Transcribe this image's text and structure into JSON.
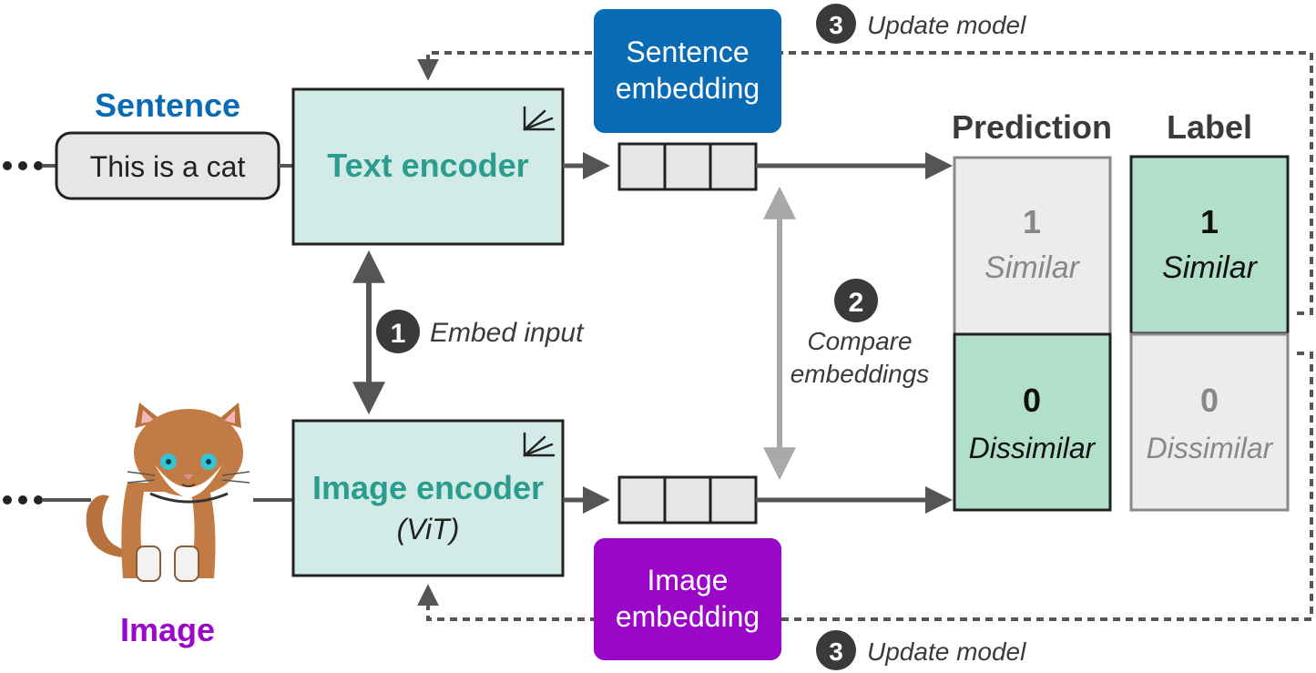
{
  "colors": {
    "sentence_title": "#0a6bb5",
    "image_title": "#9b07c9",
    "encoder_fill": "#d3ebe7",
    "encoder_text": "#2a9d8f",
    "sentence_embedding_box": "#0a6bb5",
    "image_embedding_box": "#9b07c9",
    "highlight_cell": "#b2dfcb",
    "neutral_cell": "#ececec",
    "step_badge": "#3a3a3a",
    "arrow_dark": "#555555",
    "arrow_light": "#a9a9a9"
  },
  "inputs": {
    "sentence_title": "Sentence",
    "sentence_text": "This is a cat",
    "image_title": "Image",
    "image_icon": "pixel-art-cat"
  },
  "encoders": {
    "text": {
      "title": "Text encoder",
      "icon": "axes-icon"
    },
    "image": {
      "title": "Image encoder",
      "subtitle": "(ViT)",
      "icon": "axes-icon"
    }
  },
  "embeddings": {
    "sentence": "Sentence embedding",
    "image": "Image embedding"
  },
  "steps": [
    {
      "number": "1",
      "label": "Embed input"
    },
    {
      "number": "2",
      "label": "Compare embeddings"
    },
    {
      "number": "3",
      "label": "Update model"
    }
  ],
  "prediction": {
    "title": "Prediction",
    "rows": [
      {
        "value": "1",
        "label": "Similar"
      },
      {
        "value": "0",
        "label": "Dissimilar"
      }
    ]
  },
  "label": {
    "title": "Label",
    "rows": [
      {
        "value": "1",
        "label": "Similar"
      },
      {
        "value": "0",
        "label": "Dissimilar"
      }
    ]
  }
}
